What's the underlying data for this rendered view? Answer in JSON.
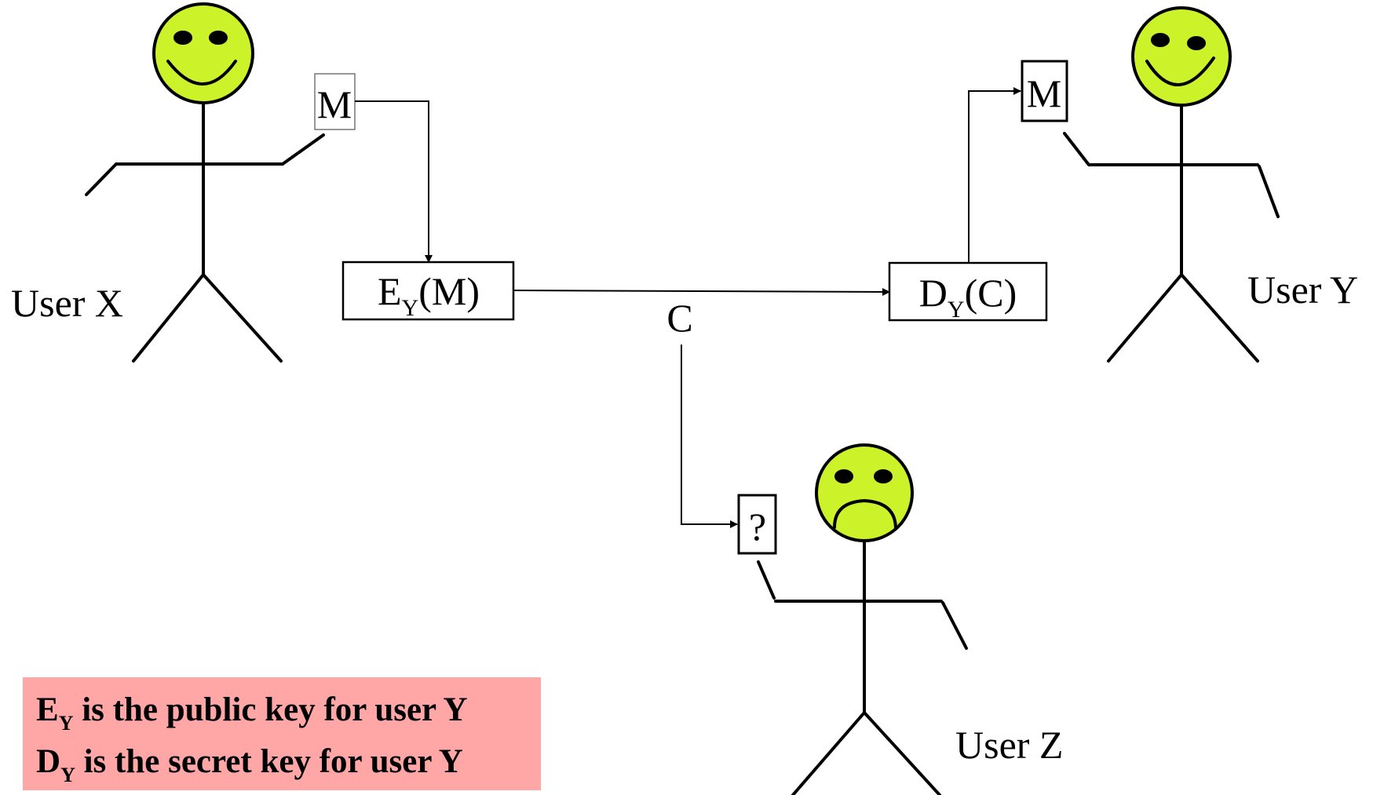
{
  "colors": {
    "face": "#ccf22a",
    "legend_bg": "#ffa7a7",
    "line": "#000000"
  },
  "users": {
    "x_label": "User X",
    "y_label": "User Y",
    "z_label": "User Z"
  },
  "messages": {
    "plaintext_x": "M",
    "plaintext_y": "M",
    "unknown_z": "?"
  },
  "boxes": {
    "encrypt": {
      "main": "E",
      "sub": "Y",
      "arg": "(M)"
    },
    "decrypt": {
      "main": "D",
      "sub": "Y",
      "arg": "(C)"
    }
  },
  "channel_label": "C",
  "legend": {
    "line1": {
      "main": "E",
      "sub": "Y",
      "rest": " is the public key for user Y"
    },
    "line2": {
      "main": "D",
      "sub": "Y",
      "rest": " is the secret key for user Y"
    }
  },
  "icons": {
    "user_x_face": "smiley-face-icon",
    "user_y_face": "smiley-face-icon",
    "user_z_face": "frowning-face-icon"
  }
}
